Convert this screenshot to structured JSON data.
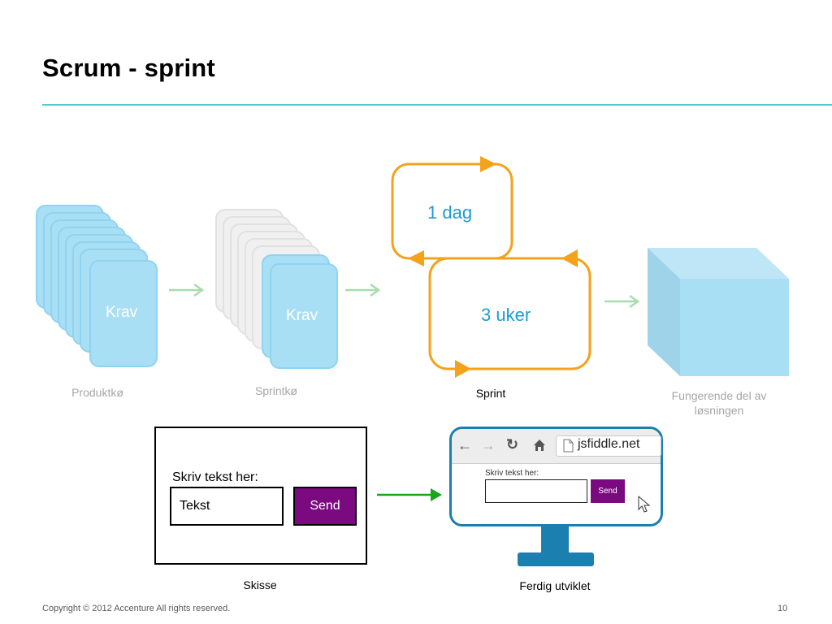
{
  "slide": {
    "title": "Scrum - sprint",
    "page_number": "10",
    "copyright": "Copyright © 2012 Accenture  All rights reserved."
  },
  "backlog": {
    "card_label": "Krav",
    "caption": "Produktkø"
  },
  "sprint_backlog": {
    "card_label": "Krav",
    "caption": "Sprintkø"
  },
  "sprint": {
    "daily_label": "1 dag",
    "sprint_label": "3 uker",
    "caption": "Sprint"
  },
  "result": {
    "caption_line1": "Fungerende del av",
    "caption_line2": "løsningen"
  },
  "sketch": {
    "prompt": "Skriv tekst her:",
    "input_value": "Tekst",
    "button_label": "Send",
    "caption": "Skisse"
  },
  "finished": {
    "url": "jsfiddle.net",
    "prompt": "Skriv tekst her:",
    "button_label": "Send",
    "caption": "Ferdig utviklet"
  },
  "colors": {
    "accent_rule": "#5bc6d0",
    "card_blue": "#a9dff5",
    "card_gray": "#f0f0f0",
    "loop_orange": "#f5a21b",
    "loop_text": "#1a9bd7",
    "flow_arrow": "#a8dcae",
    "green_arrow": "#1aa51a",
    "send_purple": "#7b0a80",
    "monitor_blue": "#1b7fb0"
  },
  "icons": [
    "arrow-right-icon",
    "cube-icon",
    "back-arrow-icon",
    "forward-arrow-icon",
    "reload-icon",
    "home-icon",
    "page-icon",
    "mouse-cursor-icon"
  ]
}
